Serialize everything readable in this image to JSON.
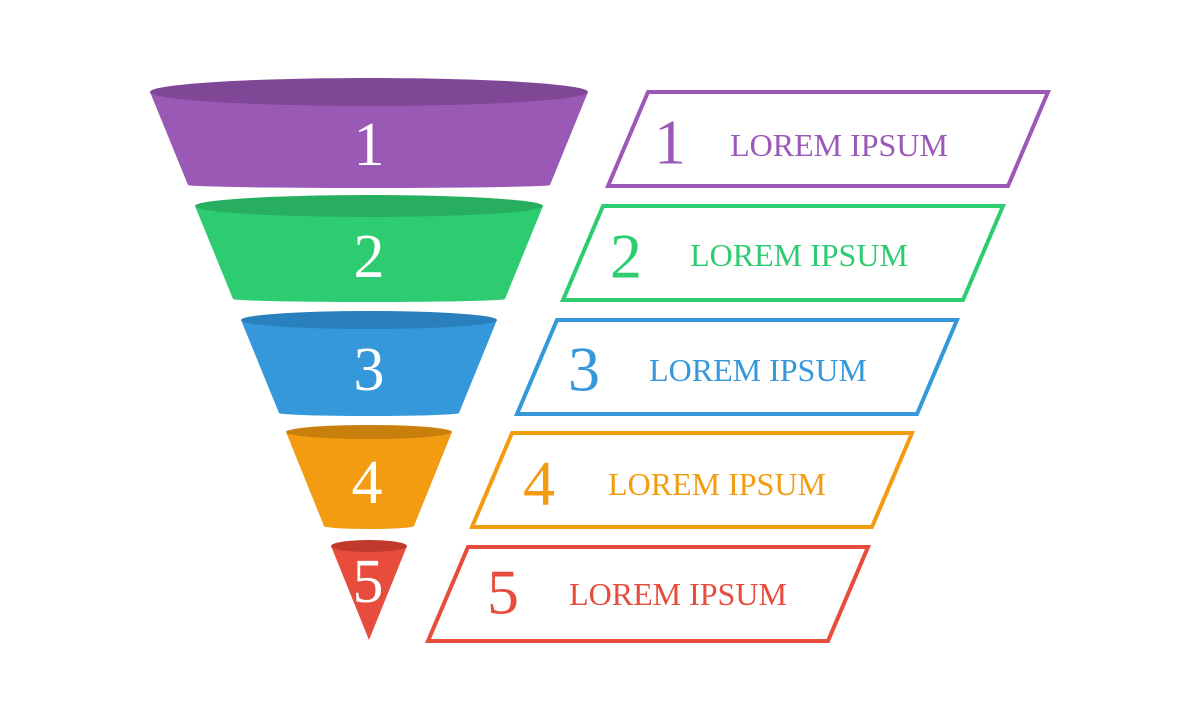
{
  "stages": [
    {
      "number": "1",
      "label": "LOREM IPSUM",
      "color": "#9b59b6",
      "shade": "#7f4796"
    },
    {
      "number": "2",
      "label": "LOREM IPSUM",
      "color": "#2ecc71",
      "shade": "#27ae60"
    },
    {
      "number": "3",
      "label": "LOREM IPSUM",
      "color": "#3498db",
      "shade": "#2a7fbd"
    },
    {
      "number": "4",
      "label": "LOREM IPSUM",
      "color": "#f39c12",
      "shade": "#c97f0c"
    },
    {
      "number": "5",
      "label": "LOREM IPSUM",
      "color": "#e74c3c",
      "shade": "#c0392b"
    }
  ]
}
